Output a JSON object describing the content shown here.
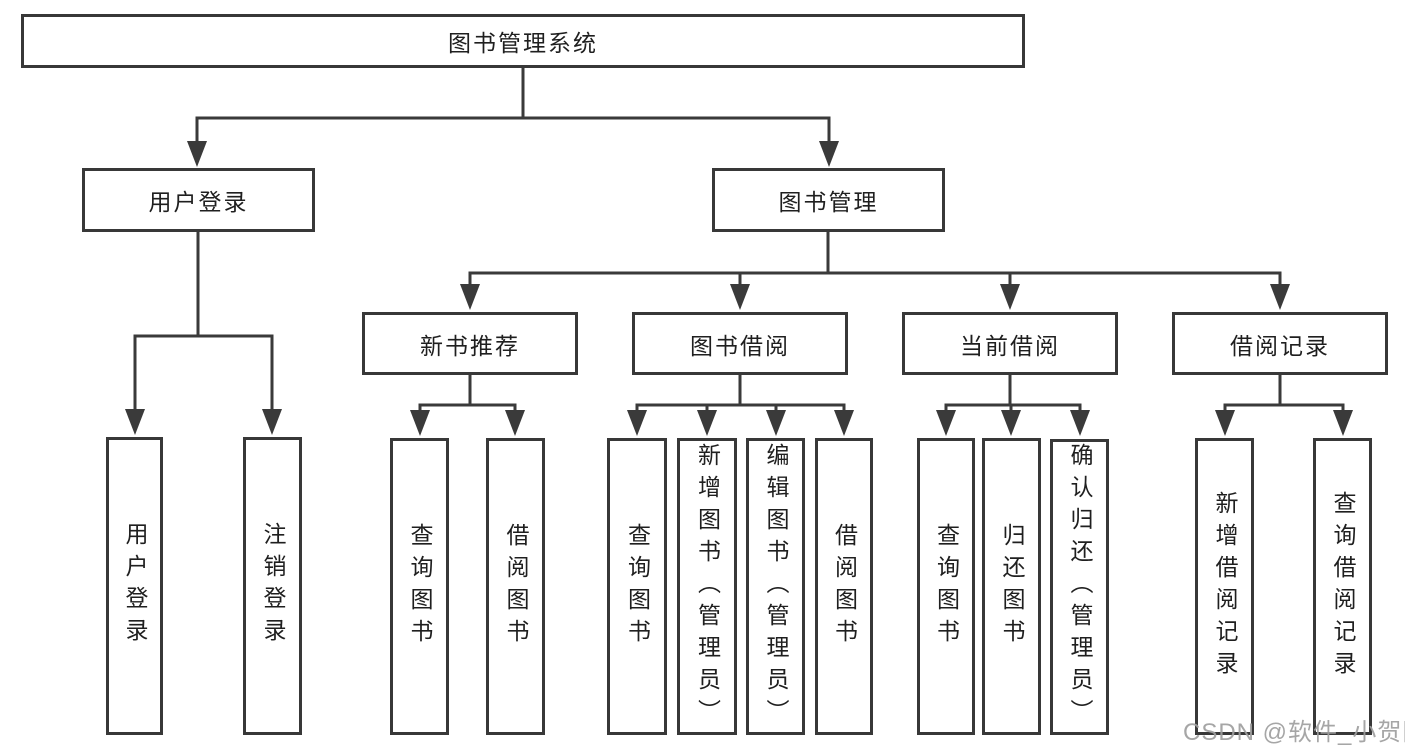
{
  "diagram": {
    "nodes": {
      "root": "图书管理系统",
      "user_login": "用户登录",
      "book_mgmt": "图书管理",
      "new_book_rec": "新书推荐",
      "book_borrow": "图书借阅",
      "current_borrow": "当前借阅",
      "borrow_records": "借阅记录",
      "user_login_leaf": "用户登录",
      "logout_leaf": "注销登录",
      "nbr_query_books": "查询图书",
      "nbr_borrow_books": "借阅图书",
      "bb_query_books": "查询图书",
      "bb_add_books": "新增图书（管理员）",
      "bb_edit_books": "编辑图书（管理员）",
      "bb_borrow_books": "借阅图书",
      "cb_query_books": "查询图书",
      "cb_return_books": "归还图书",
      "cb_confirm_return": "确认归还（管理员）",
      "br_add_record": "新增借阅记录",
      "br_query_record": "查询借阅记录"
    },
    "watermark": "CSDN @软件_小贺同学",
    "colors": {
      "line": "#3a3a3a",
      "text": "#1f1f1f",
      "background": "#ffffff",
      "watermark": "#9e9e9e"
    }
  }
}
